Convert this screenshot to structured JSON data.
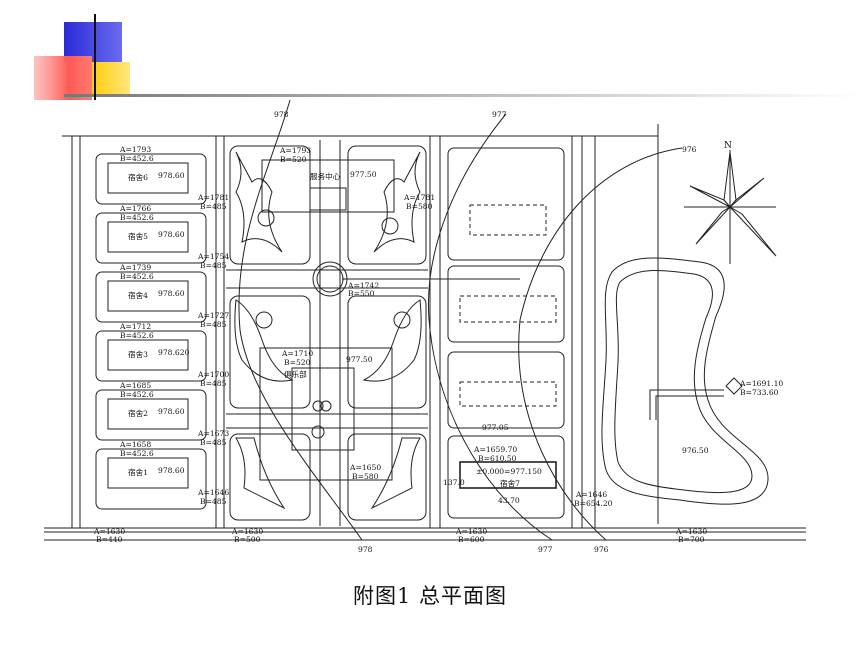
{
  "caption": "附图1 总平面图",
  "contours": [
    "978",
    "977",
    "976",
    "978",
    "977",
    "976"
  ],
  "dorms": [
    {
      "a": "A=1793",
      "b": "B=452.6",
      "name": "宿舍6",
      "elev": "978.60",
      "ca": "A=1781",
      "cb": "B=485"
    },
    {
      "a": "A=1766",
      "b": "B=452.6",
      "name": "宿舍5",
      "elev": "978.60",
      "ca": "A=1754",
      "cb": "B=485"
    },
    {
      "a": "A=1739",
      "b": "B=452.6",
      "name": "宿舍4",
      "elev": "978.60",
      "ca": "A=1727",
      "cb": "B=485"
    },
    {
      "a": "A=1712",
      "b": "B=452.6",
      "name": "宿舍3",
      "elev": "978.620",
      "ca": "A=1700",
      "cb": "B=485"
    },
    {
      "a": "A=1685",
      "b": "B=452.6",
      "name": "宿舍2",
      "elev": "978.60",
      "ca": "A=1673",
      "cb": "B=485"
    },
    {
      "a": "A=1658",
      "b": "B=452.6",
      "name": "宿舍1",
      "elev": "978.60",
      "ca": "A=1646",
      "cb": "B=485"
    }
  ],
  "service": {
    "a": "A=1793",
    "b": "B=520",
    "name": "服务中心",
    "elev": "977.50",
    "ca": "A=1781",
    "cb": "B=580"
  },
  "roundabout": {
    "a": "A=1742",
    "b": "B=550"
  },
  "club": {
    "a": "A=1710",
    "b": "B=520",
    "name": "俱乐部",
    "elev": "977.50",
    "a2": "A=1650",
    "b2": "B=580"
  },
  "dorm7": {
    "elev": "977.05",
    "a": "A=1659.70",
    "b": "B=610.50",
    "zero": "±0.000=977.150",
    "name": "宿舍7",
    "dim_h": "137.0",
    "dim_w": "43.70",
    "ca": "A=1646",
    "cb": "B=654.20"
  },
  "pond": {
    "a": "A=1691.10",
    "b": "B=733.60",
    "elev": "976.50"
  },
  "north": "N",
  "bottom": [
    {
      "a": "A=1630",
      "b": "B=440"
    },
    {
      "a": "A=1630",
      "b": "B=500"
    },
    {
      "a": "A=1630",
      "b": "B=600"
    },
    {
      "a": "A=1630",
      "b": "B=700"
    }
  ],
  "colors": {
    "deco_blue": "#2a2ad6",
    "deco_red": "#ff5a55",
    "deco_yellow": "#ffcc00",
    "line": "#222222"
  }
}
